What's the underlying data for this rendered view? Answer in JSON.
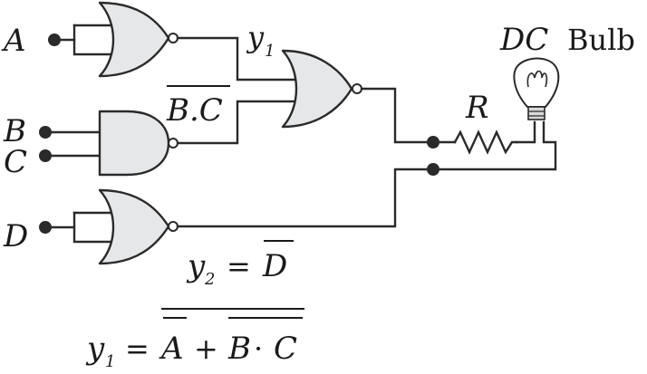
{
  "inputs": {
    "a": "A",
    "b": "B",
    "c": "C",
    "d": "D"
  },
  "labels": {
    "y1": "y",
    "y1_sub": "1",
    "bc_bar": "B.C",
    "resistor": "R",
    "bulb_dc": "DC",
    "bulb_word": "Bulb"
  },
  "equations": {
    "y2_lhs": "y",
    "y2_sub": "2",
    "y2_eq": "=",
    "y2_rhs": "D",
    "y1_lhs": "y",
    "y1_sub": "1",
    "y1_eq": "=",
    "y1_a": "A",
    "y1_plus": "+",
    "y1_b": "B",
    "y1_dot": "·",
    "y1_c": "C"
  },
  "colors": {
    "gate_fill": "#e6e7e8",
    "wire": "#2a2a2a"
  }
}
